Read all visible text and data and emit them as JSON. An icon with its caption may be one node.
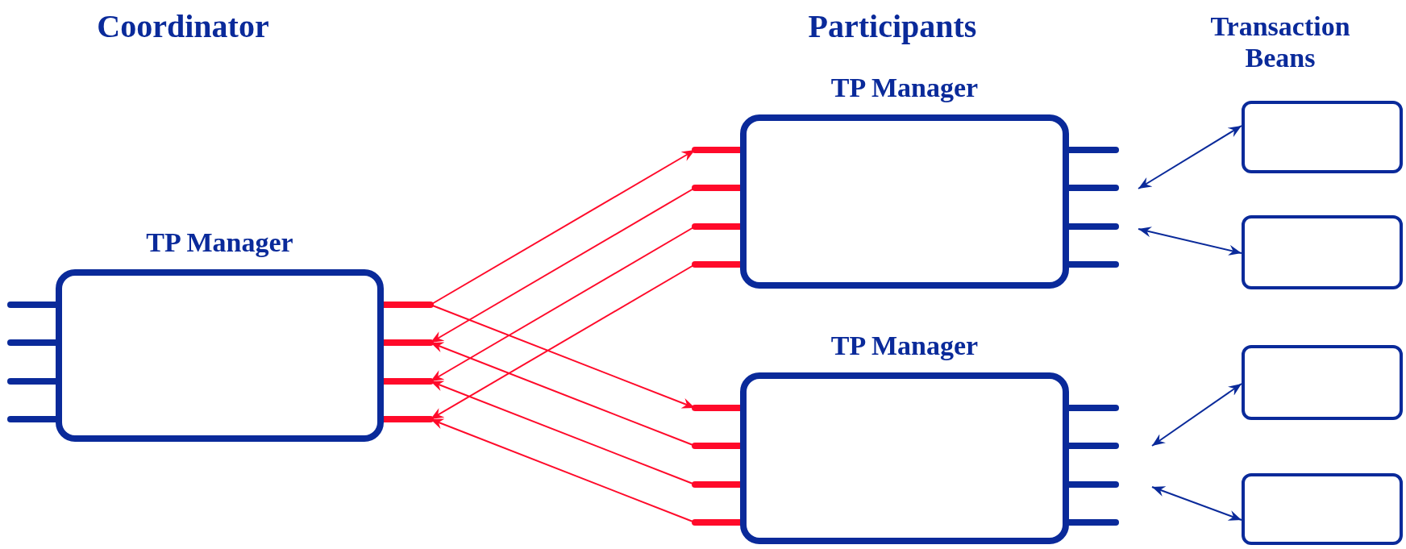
{
  "diagram": {
    "nodes": [
      {
        "text": [
          "TP Manager"
        ]
      },
      {
        "text": [
          "TP Manager"
        ]
      },
      {
        "text": [
          "TP Manager"
        ]
      },
      {
        "text": [],
        "shape": "box"
      },
      {
        "text": [],
        "shape": "box"
      },
      {
        "text": [],
        "shape": "box"
      },
      {
        "text": [],
        "shape": "box"
      }
    ],
    "edges": [
      {
        "from": 0,
        "to": 1,
        "arrow": "to"
      },
      {
        "from": 0,
        "to": 2,
        "arrow": "to"
      },
      {
        "from": 1,
        "to": 0,
        "arrow": "to"
      },
      {
        "from": 1,
        "to": 0,
        "arrow": "to"
      },
      {
        "from": 1,
        "to": 0,
        "arrow": "to"
      },
      {
        "from": 2,
        "to": 0,
        "arrow": "to"
      },
      {
        "from": 2,
        "to": 0,
        "arrow": "to"
      },
      {
        "from": 2,
        "to": 0,
        "arrow": "to"
      },
      {
        "from": 1,
        "to": 3,
        "arrow": "both",
        "color": "#0a2a9a"
      },
      {
        "from": 1,
        "to": 4,
        "arrow": "both",
        "color": "#0a2a9a"
      },
      {
        "from": 2,
        "to": 5,
        "arrow": "both",
        "color": "#0a2a9a"
      },
      {
        "from": 2,
        "to": 6,
        "arrow": "both",
        "color": "#0a2a9a"
      }
    ],
    "labels": [
      "Coordinator",
      "Participants",
      "Transaction Beans"
    ]
  }
}
